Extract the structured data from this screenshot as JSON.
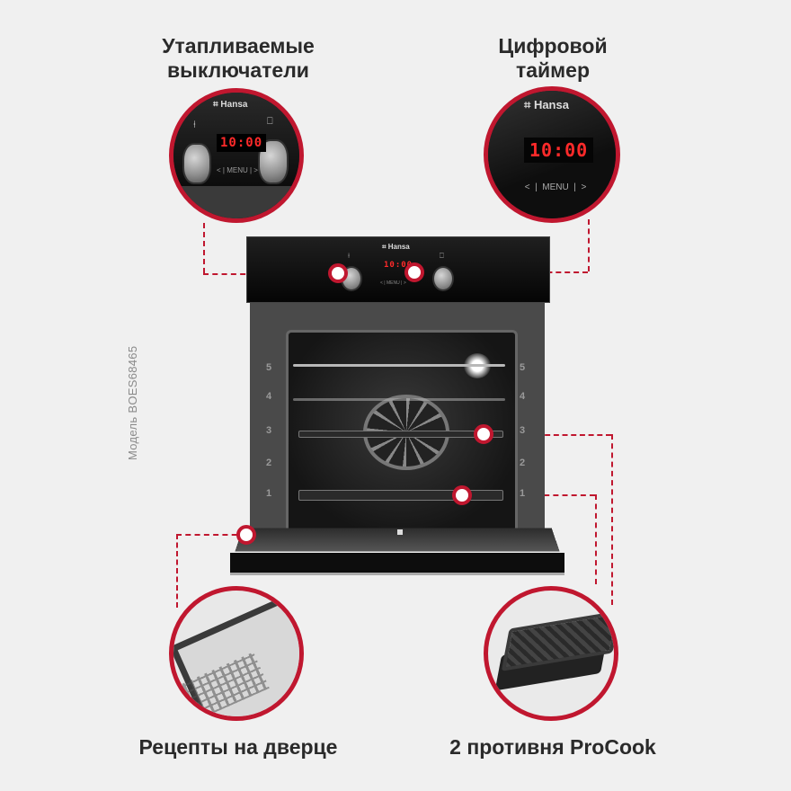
{
  "labels": {
    "knobs": "Утапливаемые выключатели",
    "timer": "Цифровой таймер",
    "recipes": "Рецепты на дверце",
    "trays": "2 противня ProCook"
  },
  "model": "Модель BOES68465",
  "panel": {
    "brand": "Hansa",
    "display": "10:00",
    "menu": "MENU",
    "left_arrow": "<",
    "right_arrow": ">"
  },
  "cavity_levels": [
    "5",
    "4",
    "3",
    "2",
    "1"
  ],
  "colors": {
    "accent": "#c0172f",
    "led": "#ff2a2a",
    "glass": "#111111"
  },
  "icons": [
    "hansa-logo-icon",
    "fan-icon",
    "oven-light-icon",
    "door-lock-icon"
  ]
}
